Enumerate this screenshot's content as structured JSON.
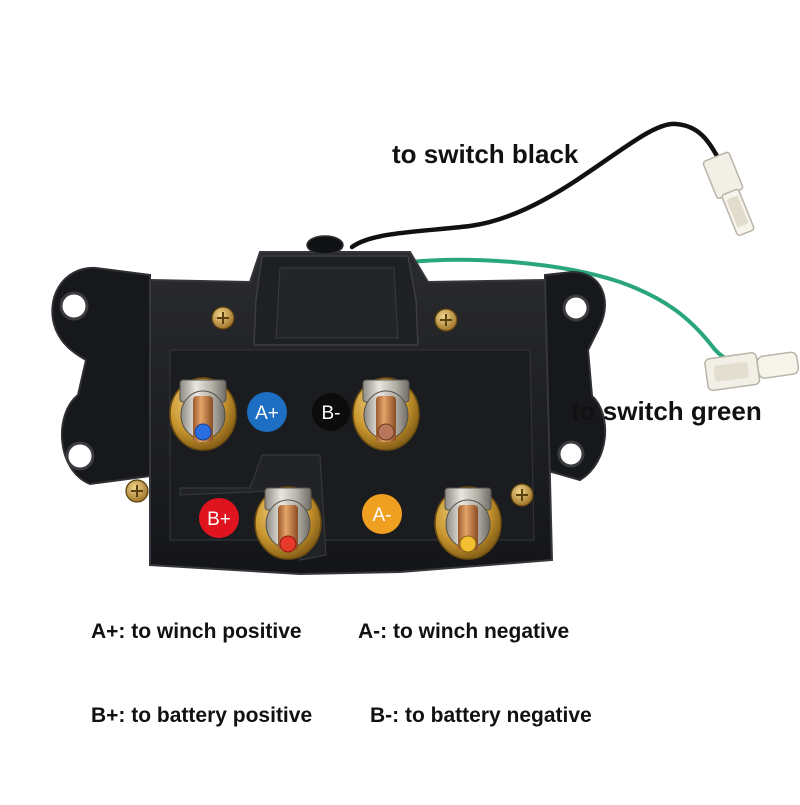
{
  "labels": {
    "switch_black": "to switch black",
    "switch_green": "to switch green"
  },
  "terminals": {
    "a_plus": "A+",
    "b_minus": "B-",
    "b_plus": "B+",
    "a_minus": "A-"
  },
  "legend": {
    "a_plus": "A+: to winch positive",
    "a_minus": "A-: to winch negative",
    "b_plus": "B+: to battery positive",
    "b_minus": "B-: to battery negative"
  },
  "colors": {
    "housing": "#1a1b1e",
    "wire_black": "#111111",
    "wire_green": "#2aa77a",
    "badge_a_plus": "#1d6fc4",
    "badge_b_minus": "#0c0c0c",
    "badge_b_plus": "#e0141e",
    "badge_a_minus": "#f0a020",
    "cap_a_plus": "#2a6fe0",
    "cap_b_minus": "#b8765a",
    "cap_b_plus": "#e83a2a",
    "cap_a_minus": "#f2c030"
  }
}
